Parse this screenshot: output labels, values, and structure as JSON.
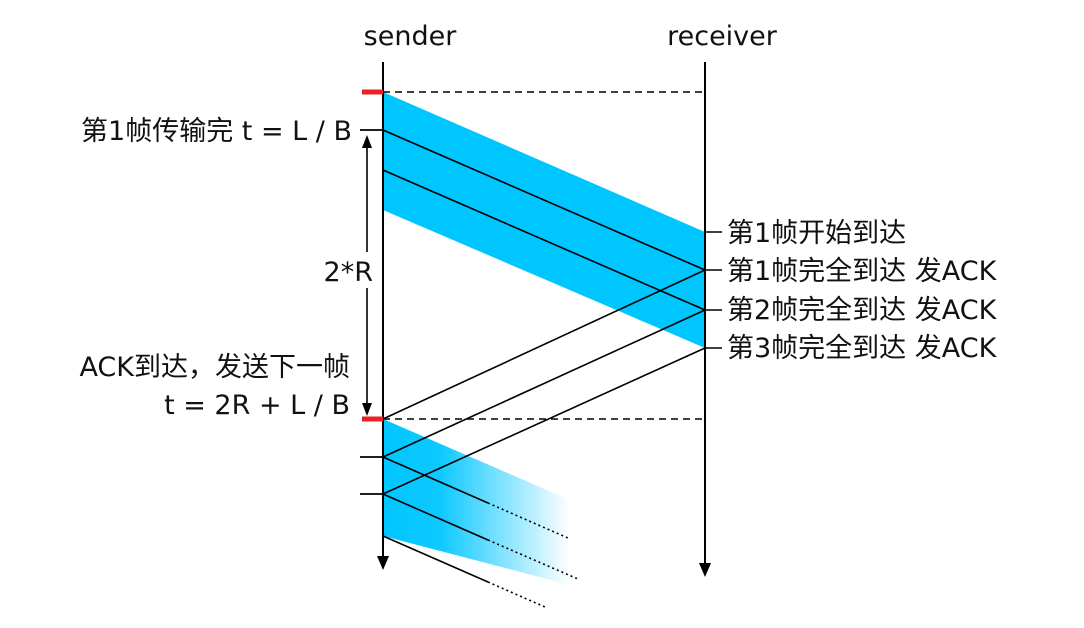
{
  "diagram": {
    "lanes": {
      "sender": "sender",
      "receiver": "receiver"
    },
    "labels": {
      "first_frame_sent": "第1帧传输完 t = L / B",
      "round_trip": "2*R",
      "ack_arrival_line1": "ACK到达，发送下一帧",
      "ack_arrival_line2": "t = 2R + L / B"
    },
    "receiver_events": [
      "第1帧开始到达",
      "第1帧完全到达 发ACK",
      "第2帧完全到达 发ACK",
      "第3帧完全到达 发ACK"
    ],
    "colors": {
      "frame_band": "#00c6ff",
      "marker": "#e8202a",
      "line": "#000000"
    }
  }
}
